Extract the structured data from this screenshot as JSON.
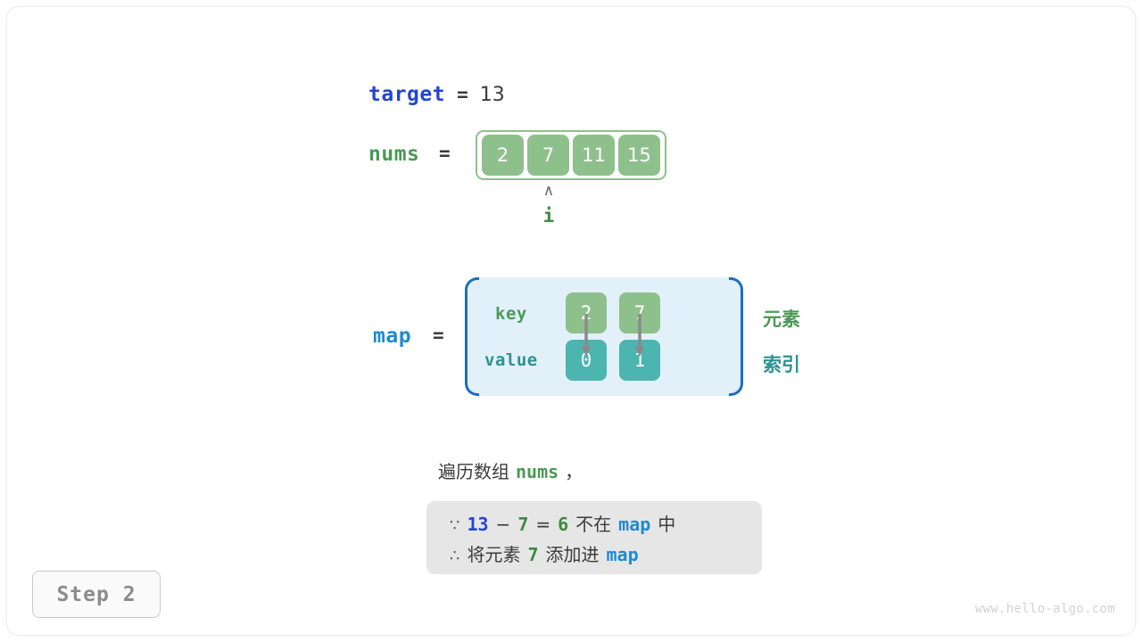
{
  "watermark": "www.hello-algo.com",
  "step_badge": "Step 2",
  "target": {
    "name": "target",
    "eq": "=",
    "value": "13"
  },
  "nums": {
    "name": "nums",
    "eq": "=",
    "values": [
      "2",
      "7",
      "11",
      "15"
    ],
    "pointer": {
      "caret": "∧",
      "label": "i",
      "index": 1
    }
  },
  "map": {
    "name": "map",
    "eq": "=",
    "key_label": "key",
    "value_label": "value",
    "keys": [
      "2",
      "7"
    ],
    "values": [
      "0",
      "1"
    ],
    "side_labels": {
      "element": "元素",
      "index": "索引"
    }
  },
  "description": {
    "prefix": "遍历数组",
    "code": "nums",
    "suffix": "，"
  },
  "callout": {
    "line1": {
      "symbol": "∵",
      "a": "13",
      "minus": "−",
      "b": "7",
      "equals": "=",
      "result": "6",
      "text_mid": "不在",
      "code": "map",
      "text_end": "中"
    },
    "line2": {
      "symbol": "∴",
      "text_start": "将元素",
      "num": "7",
      "text_mid": "添加进",
      "code": "map"
    }
  },
  "colors": {
    "target_blue": "#2346cf",
    "map_blue": "#1f8ad0",
    "nums_green": "#4a9a55",
    "cell_green": "#8ec08b",
    "cell_teal": "#4cb5b0",
    "map_bg": "#e2f0fa",
    "map_border": "#1a6fbd",
    "callout_bg": "#e6e6e6",
    "arrow_gray": "#8a8a8a"
  }
}
